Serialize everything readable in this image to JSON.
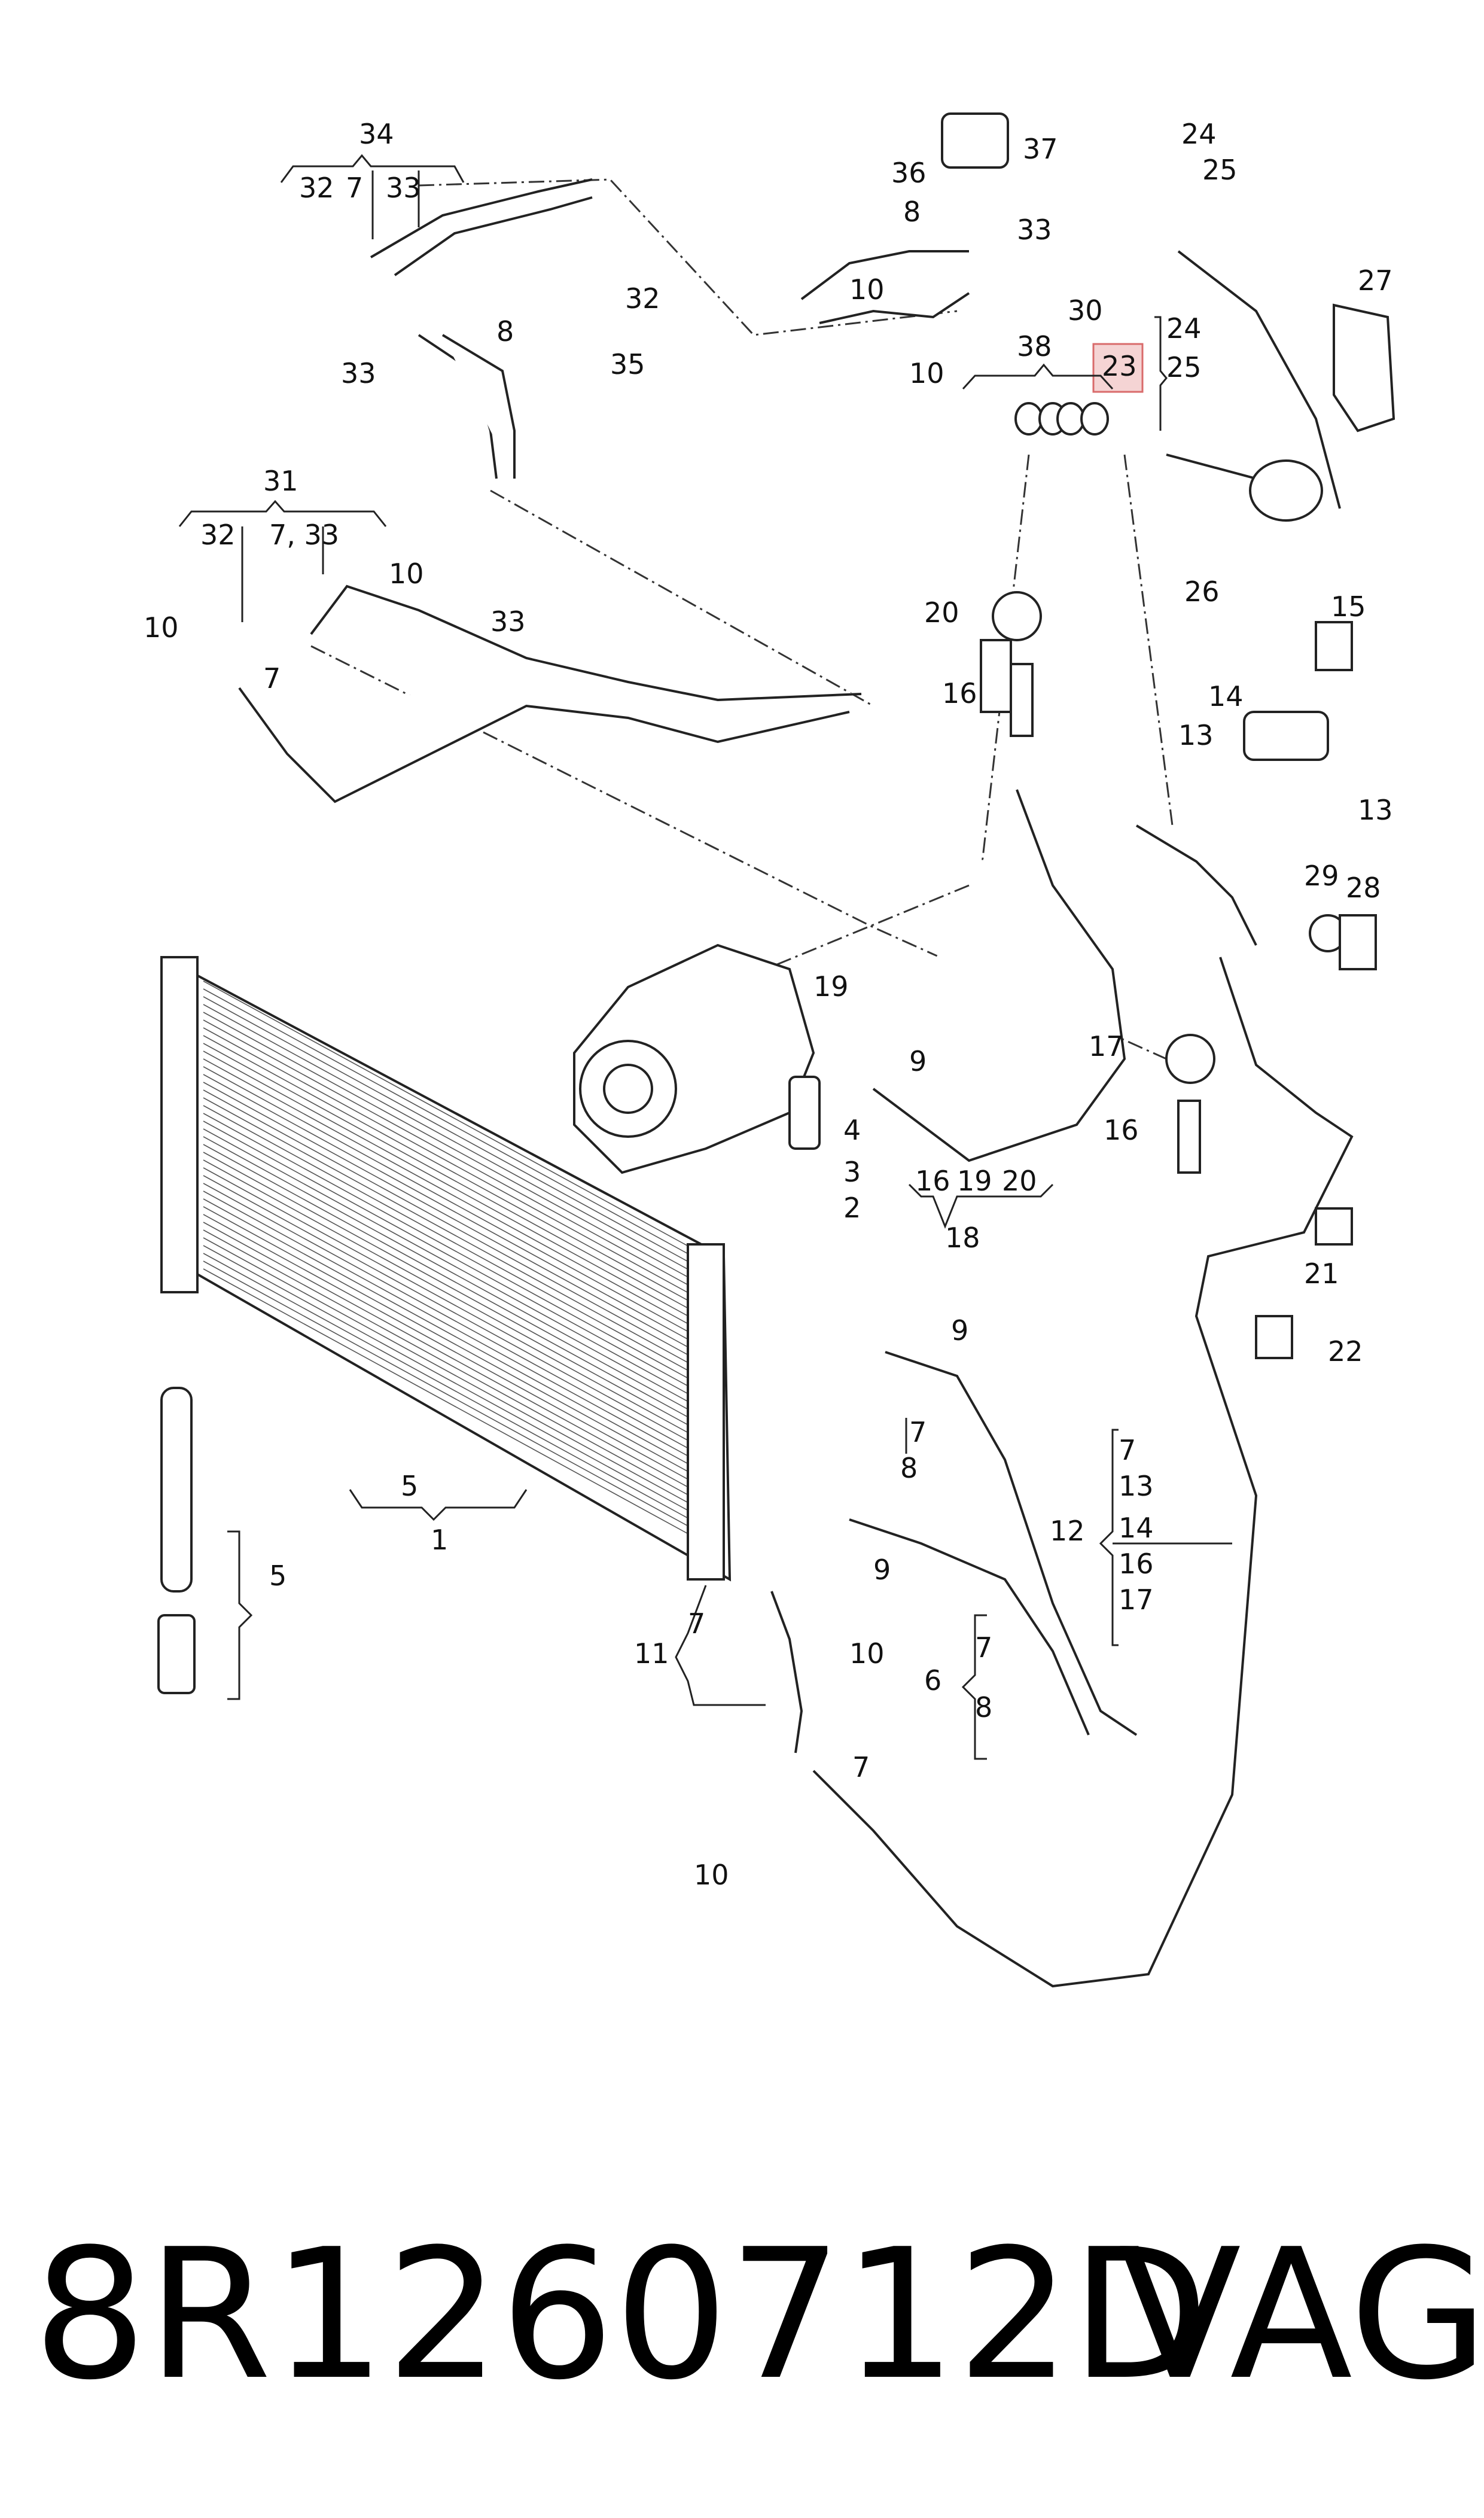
{
  "footer": {
    "part_number": "8R1260712D",
    "brand": "VAG"
  },
  "highlight_color": "#e8a0a0",
  "callouts": [
    {
      "id": "c34",
      "text": "34"
    },
    {
      "id": "c32a",
      "text": "32"
    },
    {
      "id": "c7a",
      "text": "7"
    },
    {
      "id": "c33a",
      "text": "33"
    },
    {
      "id": "c33b",
      "text": "33"
    },
    {
      "id": "c8a",
      "text": "8"
    },
    {
      "id": "c32b",
      "text": "32"
    },
    {
      "id": "c35",
      "text": "35"
    },
    {
      "id": "c36",
      "text": "36"
    },
    {
      "id": "c37",
      "text": "37"
    },
    {
      "id": "c8b",
      "text": "8"
    },
    {
      "id": "c33c",
      "text": "33"
    },
    {
      "id": "c10a",
      "text": "10"
    },
    {
      "id": "c10b",
      "text": "10"
    },
    {
      "id": "c38",
      "text": "38"
    },
    {
      "id": "c23",
      "text": "23"
    },
    {
      "id": "c24a",
      "text": "24"
    },
    {
      "id": "c25a",
      "text": "25"
    },
    {
      "id": "c24b",
      "text": "24"
    },
    {
      "id": "c25b",
      "text": "25"
    },
    {
      "id": "c30",
      "text": "30"
    },
    {
      "id": "c27",
      "text": "27"
    },
    {
      "id": "c31",
      "text": "31"
    },
    {
      "id": "c32c",
      "text": "32"
    },
    {
      "id": "c733",
      "text": "7, 33"
    },
    {
      "id": "c10c",
      "text": "10"
    },
    {
      "id": "c33d",
      "text": "33"
    },
    {
      "id": "c10d",
      "text": "10"
    },
    {
      "id": "c7b",
      "text": "7"
    },
    {
      "id": "c26",
      "text": "26"
    },
    {
      "id": "c15",
      "text": "15"
    },
    {
      "id": "c20a",
      "text": "20"
    },
    {
      "id": "c16a",
      "text": "16"
    },
    {
      "id": "c14",
      "text": "14"
    },
    {
      "id": "c13a",
      "text": "13"
    },
    {
      "id": "c13b",
      "text": "13"
    },
    {
      "id": "c29",
      "text": "29"
    },
    {
      "id": "c28",
      "text": "28"
    },
    {
      "id": "c19",
      "text": "19"
    },
    {
      "id": "c9a",
      "text": "9"
    },
    {
      "id": "c4",
      "text": "4"
    },
    {
      "id": "c3",
      "text": "3"
    },
    {
      "id": "c2",
      "text": "2"
    },
    {
      "id": "c16b",
      "text": "16"
    },
    {
      "id": "c19b",
      "text": "19"
    },
    {
      "id": "c20b",
      "text": "20"
    },
    {
      "id": "c18",
      "text": "18"
    },
    {
      "id": "c17a",
      "text": "17"
    },
    {
      "id": "c16c",
      "text": "16"
    },
    {
      "id": "c21",
      "text": "21"
    },
    {
      "id": "c22",
      "text": "22"
    },
    {
      "id": "c9b",
      "text": "9"
    },
    {
      "id": "c7c",
      "text": "7"
    },
    {
      "id": "c8c",
      "text": "8"
    },
    {
      "id": "c9c",
      "text": "9"
    },
    {
      "id": "c5a",
      "text": "5"
    },
    {
      "id": "c1",
      "text": "1"
    },
    {
      "id": "c5b",
      "text": "5"
    },
    {
      "id": "c12",
      "text": "12"
    },
    {
      "id": "c7d",
      "text": "7"
    },
    {
      "id": "c13c",
      "text": "13"
    },
    {
      "id": "c14b",
      "text": "14"
    },
    {
      "id": "c16d",
      "text": "16"
    },
    {
      "id": "c17b",
      "text": "17"
    },
    {
      "id": "c11",
      "text": "11"
    },
    {
      "id": "c7e",
      "text": "7"
    },
    {
      "id": "c10e",
      "text": "10"
    },
    {
      "id": "c6",
      "text": "6"
    },
    {
      "id": "c7f",
      "text": "7"
    },
    {
      "id": "c8d",
      "text": "8"
    },
    {
      "id": "c7g",
      "text": "7"
    },
    {
      "id": "c10f",
      "text": "10"
    }
  ]
}
